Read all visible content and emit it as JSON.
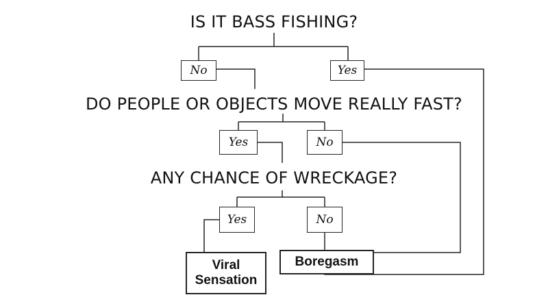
{
  "questions": {
    "q1": "IS IT BASS FISHING?",
    "q2": "DO PEOPLE OR OBJECTS MOVE REALLY FAST?",
    "q3": "ANY CHANCE OF WRECKAGE?"
  },
  "answers": {
    "q1_no": "No",
    "q1_yes": "Yes",
    "q2_yes": "Yes",
    "q2_no": "No",
    "q3_yes": "Yes",
    "q3_no": "No"
  },
  "results": {
    "viral": "Viral\nSensation",
    "boregasm": "Boregasm"
  }
}
